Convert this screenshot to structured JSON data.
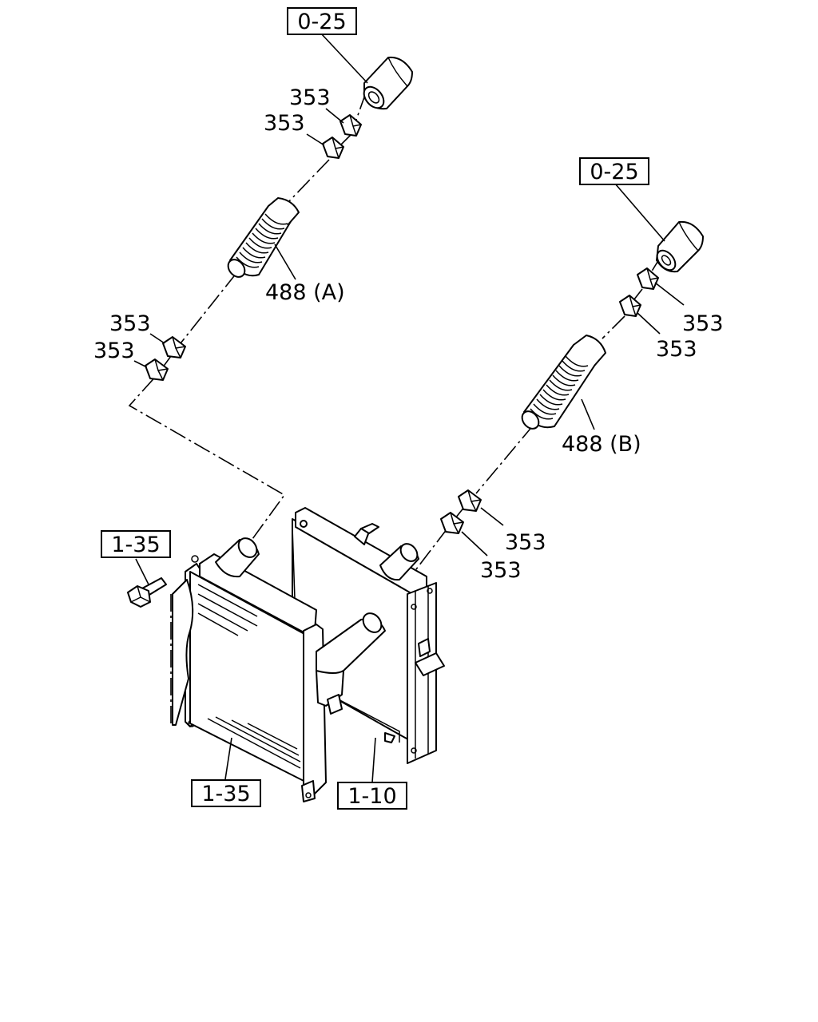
{
  "callouts": {
    "ref_top_left": "0-25",
    "ref_top_right": "0-25",
    "ref_bolt": "1-35",
    "ref_intercooler": "1-35",
    "ref_radiator": "1-10",
    "clamp_a1": "353",
    "clamp_a2": "353",
    "clamp_a3": "353",
    "clamp_a4": "353",
    "clamp_b1": "353",
    "clamp_b2": "353",
    "clamp_b3": "353",
    "clamp_b4": "353",
    "hose_a": "488 (A)",
    "hose_b": "488 (B)"
  }
}
